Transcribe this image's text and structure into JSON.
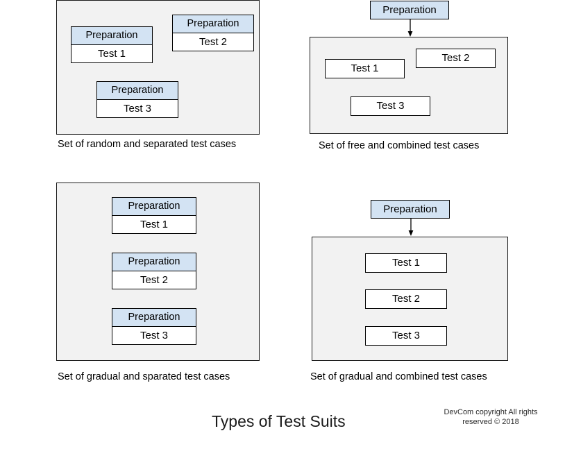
{
  "diagram": {
    "title": "Types of Test Suits",
    "copyright": "DevCom copyright All rights reserved © 2018",
    "colors": {
      "preparation_fill": "#d3e3f3",
      "panel_fill": "#f2f2f2",
      "border": "#000000",
      "text": "#000000"
    },
    "labels": {
      "preparation": "Preparation",
      "test1": "Test 1",
      "test2": "Test 2",
      "test3": "Test 3"
    },
    "panels": [
      {
        "id": "random-separated",
        "caption": "Set of random and separated test cases",
        "style": "separated",
        "has_shared_preparation": false,
        "cards": [
          {
            "head": "Preparation",
            "body": "Test 1"
          },
          {
            "head": "Preparation",
            "body": "Test 2"
          },
          {
            "head": "Preparation",
            "body": "Test 3"
          }
        ]
      },
      {
        "id": "free-combined",
        "caption": "Set of free and combined test cases",
        "style": "combined",
        "has_shared_preparation": true,
        "shared_preparation": "Preparation",
        "cards": [
          {
            "body": "Test 1"
          },
          {
            "body": "Test 2"
          },
          {
            "body": "Test 3"
          }
        ]
      },
      {
        "id": "gradual-separated",
        "caption": "Set of gradual and sparated test cases",
        "style": "separated",
        "has_shared_preparation": false,
        "cards": [
          {
            "head": "Preparation",
            "body": "Test 1"
          },
          {
            "head": "Preparation",
            "body": "Test 2"
          },
          {
            "head": "Preparation",
            "body": "Test 3"
          }
        ]
      },
      {
        "id": "gradual-combined",
        "caption": "Set of gradual and combined test cases",
        "style": "combined",
        "has_shared_preparation": true,
        "shared_preparation": "Preparation",
        "cards": [
          {
            "body": "Test 1"
          },
          {
            "body": "Test 2"
          },
          {
            "body": "Test 3"
          }
        ]
      }
    ]
  }
}
